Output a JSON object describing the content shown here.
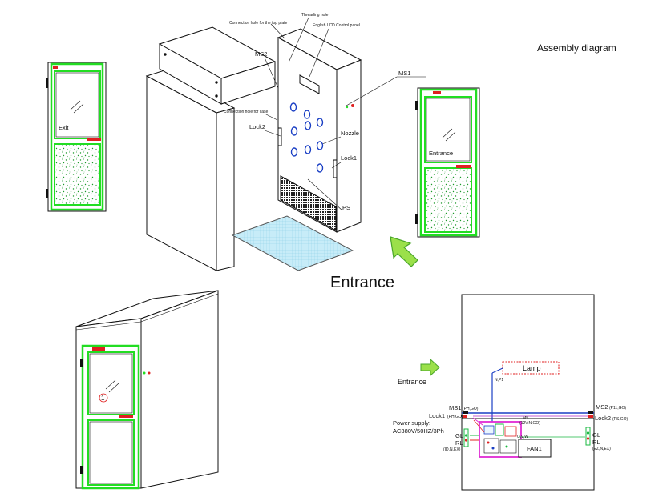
{
  "title": "Assembly   diagram",
  "entrance_main": "Entrance",
  "doors": {
    "left_label": "Exit",
    "right_label": "Entrance"
  },
  "exploded": {
    "top_plate_hole": "Connection hole for the top plate",
    "threading_hole": "Threading hole",
    "lcd_panel": "English LCD Control panel",
    "ms2": "MS2",
    "ms1": "MS1",
    "case_hole": "Connection hole for case",
    "lock2": "Lock2",
    "nozzle": "Nozzle",
    "lock1": "Lock1",
    "ps": "PS"
  },
  "iso": {
    "circle_mark": "1"
  },
  "wiring": {
    "lamp": "Lamp",
    "entrance": "Entrance",
    "ms1": "MS1",
    "ms1_sub": "(PH,GO)",
    "lock1": "Lock1",
    "lock1_sub": "(PH,GO)",
    "power_supply": "Power supply:",
    "power_spec": "AC380V/50HZ/3Ph",
    "gl": "GL",
    "rl": "RL",
    "left_gl_sub": "(ID,N,EX)",
    "ms2": "MS2",
    "ms2_sub": "(P11,GO)",
    "lock2": "Lock2",
    "lock2_sub": "(PS,GO)",
    "right_gl_sub": "(EZ,N,EX)",
    "fan": "FAN1",
    "lamp_wire": "N,P1",
    "uvw": "U,V,W",
    "ms_lbl": "MS",
    "ms_spec": "(12V,N,GO)"
  },
  "colors": {
    "door_green": "#22dd22",
    "arrow_red": "#e02020",
    "nozzle_blue": "#1a3fc4",
    "floor_cyan": "#bfe8f5",
    "arrow_green_light": "#9be04a",
    "arrow_green_dark": "#4aa62a"
  }
}
